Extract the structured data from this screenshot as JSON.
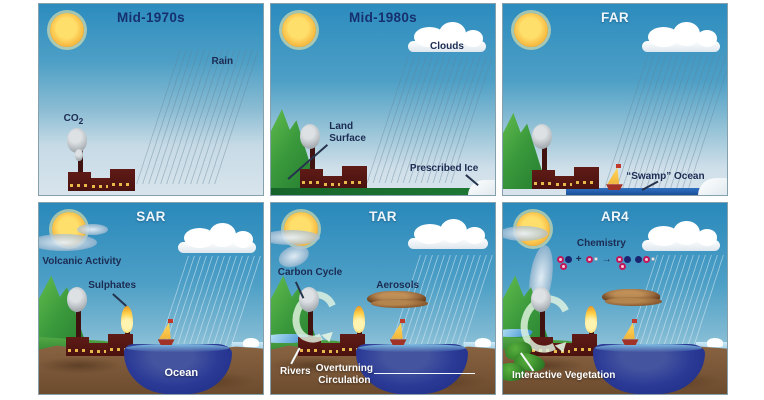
{
  "figure_title": "Evolution of climate models across IPCC assessment eras",
  "palette": {
    "sky_top": "#2c8cbe",
    "sky_pale": "#d8e4ec",
    "sun": "#f7b43a",
    "mountain": "#3b9a3c",
    "factory": "#521714",
    "ocean_deep": "#1b2a80",
    "ground": "#7b573a",
    "aerosol": "#96653a",
    "title_dark": "#16306e",
    "title_light": "#eef6fc"
  },
  "panels": {
    "p1": {
      "title": "Mid-1970s",
      "rain": "Rain",
      "co2": "CO",
      "co2_sub": "2"
    },
    "p2": {
      "title": "Mid-1980s",
      "clouds": "Clouds",
      "land_surface": "Land\nSurface",
      "prescribed_ice": "Prescribed Ice"
    },
    "p3": {
      "title": "FAR",
      "swamp_ocean": "“Swamp” Ocean"
    },
    "p4": {
      "title": "SAR",
      "volcanic_activity": "Volcanic Activity",
      "sulphates": "Sulphates",
      "ocean": "Ocean"
    },
    "p5": {
      "title": "TAR",
      "carbon_cycle": "Carbon Cycle",
      "aerosols": "Aerosols",
      "rivers": "Rivers",
      "overturning": "Overturning\nCirculation"
    },
    "p6": {
      "title": "AR4",
      "chemistry": "Chemistry",
      "plus": "+",
      "arrow": "→",
      "interactive_vegetation": "Interactive Vegetation"
    }
  }
}
